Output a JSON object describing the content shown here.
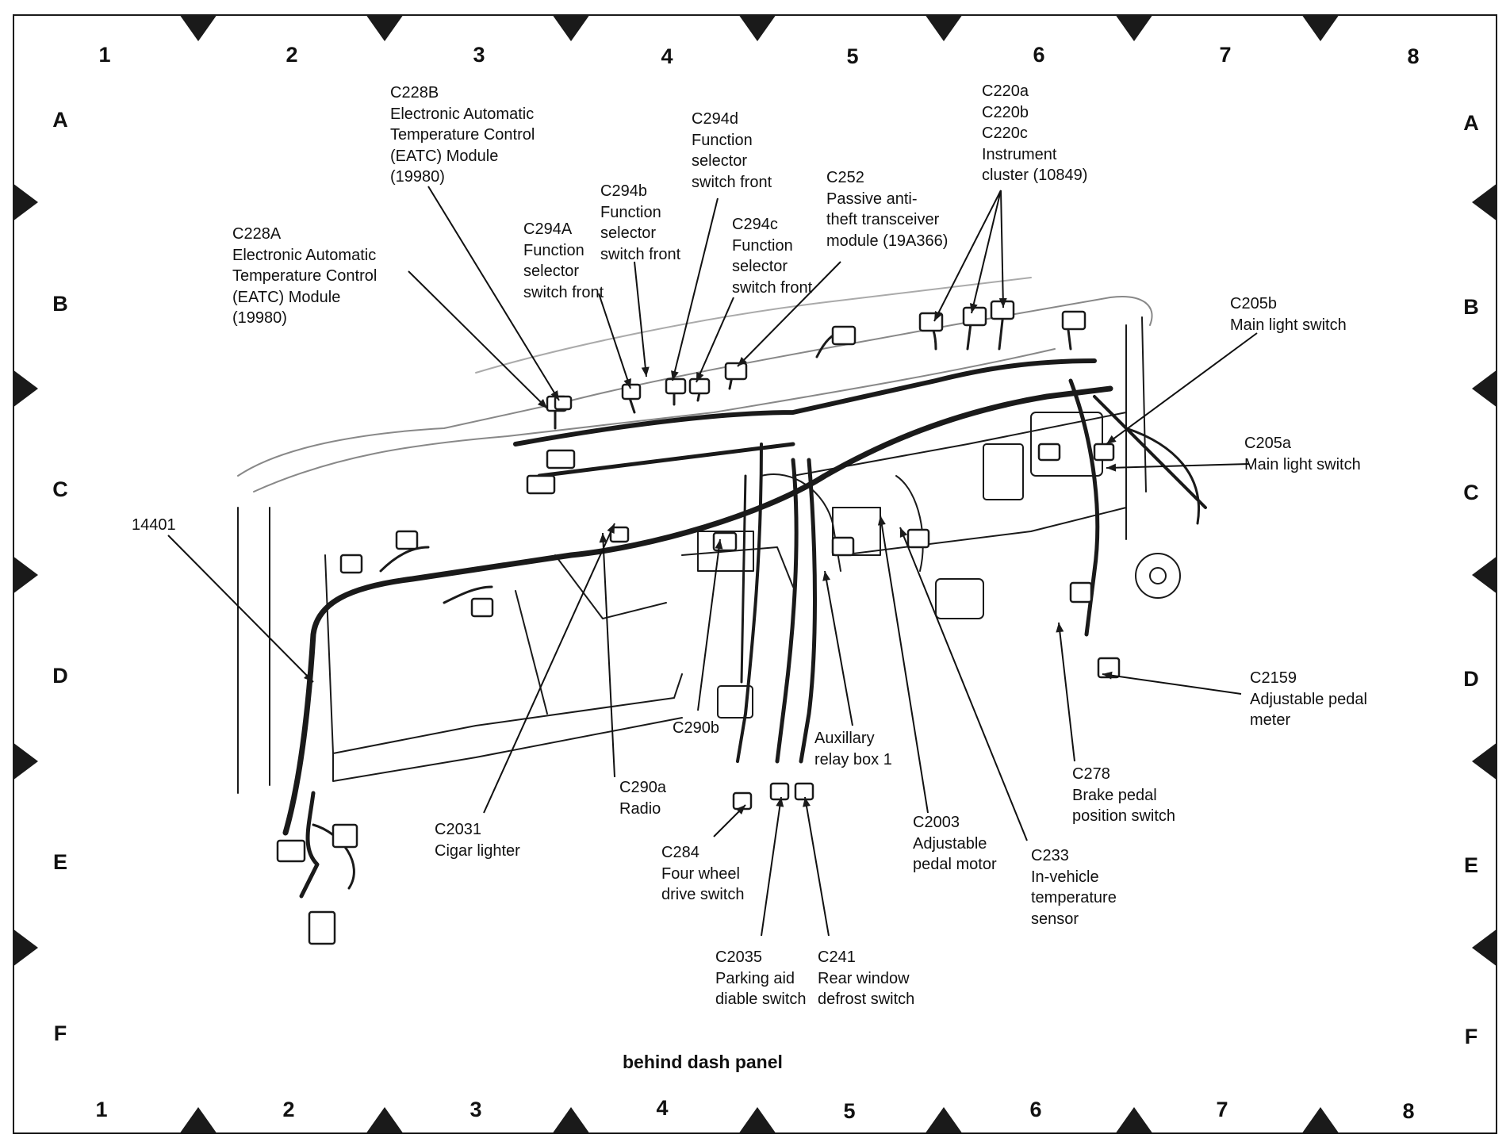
{
  "grid": {
    "columns": [
      "1",
      "2",
      "3",
      "4",
      "5",
      "6",
      "7",
      "8"
    ],
    "rows": [
      "A",
      "B",
      "C",
      "D",
      "E",
      "F"
    ]
  },
  "caption": "behind dash panel",
  "callouts": [
    {
      "id": "c228b",
      "lines": "C228B\nElectronic Automatic\nTemperature Control\n(EATC) Module\n(19980)"
    },
    {
      "id": "c228a",
      "lines": "C228A\nElectronic Automatic\nTemperature Control\n(EATC) Module\n(19980)"
    },
    {
      "id": "c294a",
      "lines": "C294A\nFunction\nselector\nswitch front"
    },
    {
      "id": "c294b",
      "lines": "C294b\nFunction\nselector\nswitch front"
    },
    {
      "id": "c294d",
      "lines": "C294d\nFunction\nselector\nswitch front"
    },
    {
      "id": "c294c",
      "lines": "C294c\nFunction\nselector\nswitch front"
    },
    {
      "id": "c252",
      "lines": "C252\nPassive anti-\ntheft transceiver\nmodule (19A366)"
    },
    {
      "id": "c220",
      "lines": "C220a\nC220b\nC220c\nInstrument\ncluster (10849)"
    },
    {
      "id": "c205b",
      "lines": "C205b\nMain light switch"
    },
    {
      "id": "c205a",
      "lines": "C205a\nMain light switch"
    },
    {
      "id": "n14401",
      "lines": "14401"
    },
    {
      "id": "c2159",
      "lines": "C2159\nAdjustable pedal\nmeter"
    },
    {
      "id": "c290b",
      "lines": "C290b"
    },
    {
      "id": "aux",
      "lines": "Auxillary\nrelay box 1"
    },
    {
      "id": "c290a",
      "lines": "C290a\nRadio"
    },
    {
      "id": "c278",
      "lines": "C278\nBrake pedal\nposition switch"
    },
    {
      "id": "c2031",
      "lines": "C2031\nCigar lighter"
    },
    {
      "id": "c2003",
      "lines": "C2003\nAdjustable\npedal motor"
    },
    {
      "id": "c284",
      "lines": "C284\nFour wheel\ndrive switch"
    },
    {
      "id": "c233",
      "lines": "C233\nIn-vehicle\ntemperature\nsensor"
    },
    {
      "id": "c2035",
      "lines": "C2035\nParking aid\ndiable switch"
    },
    {
      "id": "c241",
      "lines": "C241\nRear window\ndefrost switch"
    }
  ],
  "colors": {
    "ink": "#111111",
    "line": "#1a1a1a",
    "paper": "#ffffff",
    "shade": "#cfcfcf"
  }
}
